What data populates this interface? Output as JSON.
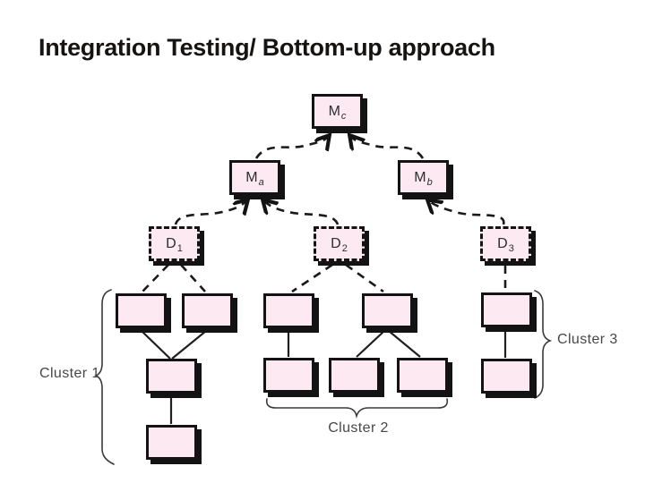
{
  "slide": {
    "title": "Integration Testing/ Bottom-up approach"
  },
  "diagram": {
    "description": "Bottom-up integration tree: modules Mc, Ma, Mb; drivers D1, D2, D3; three clusters of unlabeled modules",
    "nodes": {
      "mc": {
        "label": "M",
        "sub": "c"
      },
      "ma": {
        "label": "M",
        "sub": "a"
      },
      "mb": {
        "label": "M",
        "sub": "b"
      },
      "d1": {
        "label": "D",
        "sub": "1"
      },
      "d2": {
        "label": "D",
        "sub": "2"
      },
      "d3": {
        "label": "D",
        "sub": "3"
      }
    },
    "clusters": {
      "cluster1": {
        "label": "Cluster 1"
      },
      "cluster2": {
        "label": "Cluster 2"
      },
      "cluster3": {
        "label": "Cluster 3"
      }
    },
    "edges": {
      "dashed_arrows_up": [
        "Ma→Mc",
        "Mb→Mc",
        "D1→Ma",
        "D2→Ma",
        "D3→Mb"
      ],
      "dashed_plain": [
        "D1→cluster1",
        "D2→cluster2",
        "D3→cluster3"
      ],
      "solid_plain": [
        "cluster1 internal",
        "cluster2 internal",
        "cluster3 internal"
      ]
    },
    "colors": {
      "box_fill": "#fce9f2",
      "box_border": "#131313",
      "shadow": "#131313",
      "dashed_line": "#1a1a1a",
      "solid_line": "#1f1f1f",
      "brace": "#3a3a3a",
      "cluster_text": "#474747",
      "title_text": "#161412",
      "background": "#ffffff"
    }
  }
}
